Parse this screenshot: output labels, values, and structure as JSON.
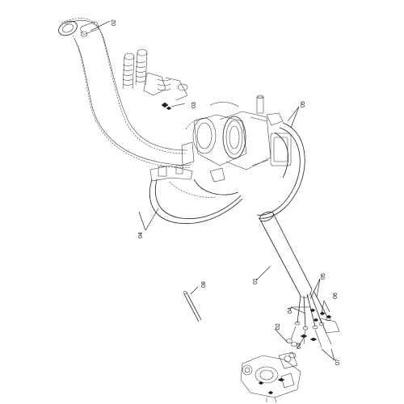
{
  "diagram": {
    "callouts": {
      "c01": "01",
      "c02_top": "02",
      "c03_top": "03",
      "c04_left": "04",
      "c05_top": "05",
      "c08": "08",
      "c05_low": "05",
      "c06": "06",
      "c04_low": "04",
      "c02_low": "02",
      "c03_low": "03",
      "c07": "07"
    }
  }
}
